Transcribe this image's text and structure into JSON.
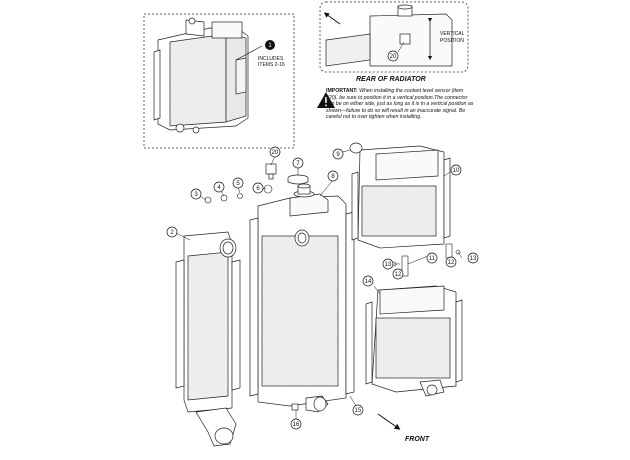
{
  "diagram": {
    "rear_title": "REAR OF RADIATOR",
    "note_heading": "IMPORTANT:",
    "note_text": "When installing the coolant level sensor (item #20), be sure to position it in a vertical position.The connector can be on either side, just as long as it is in a vertical position as shown—failure to do so will result in an inaccurate signal. Be careful not to over tighten when installing.",
    "vertical_position_label_1": "VERTICAL",
    "vertical_position_label_2": "POSITION",
    "includes_label_1": "INCLUDES",
    "includes_label_2": "ITEMS 2-16",
    "front_label": "FRONT",
    "callouts": {
      "c1": "1",
      "c2": "2",
      "c3": "3",
      "c4": "4",
      "c5": "5",
      "c6": "6",
      "c7": "7",
      "c8": "8",
      "c9": "9",
      "c10": "10",
      "c11": "11",
      "c12a": "12",
      "c12b": "12",
      "c13a": "13",
      "c13b": "13",
      "c14": "14",
      "c15": "15",
      "c16": "16",
      "c20a": "20",
      "c20b": "20"
    }
  }
}
